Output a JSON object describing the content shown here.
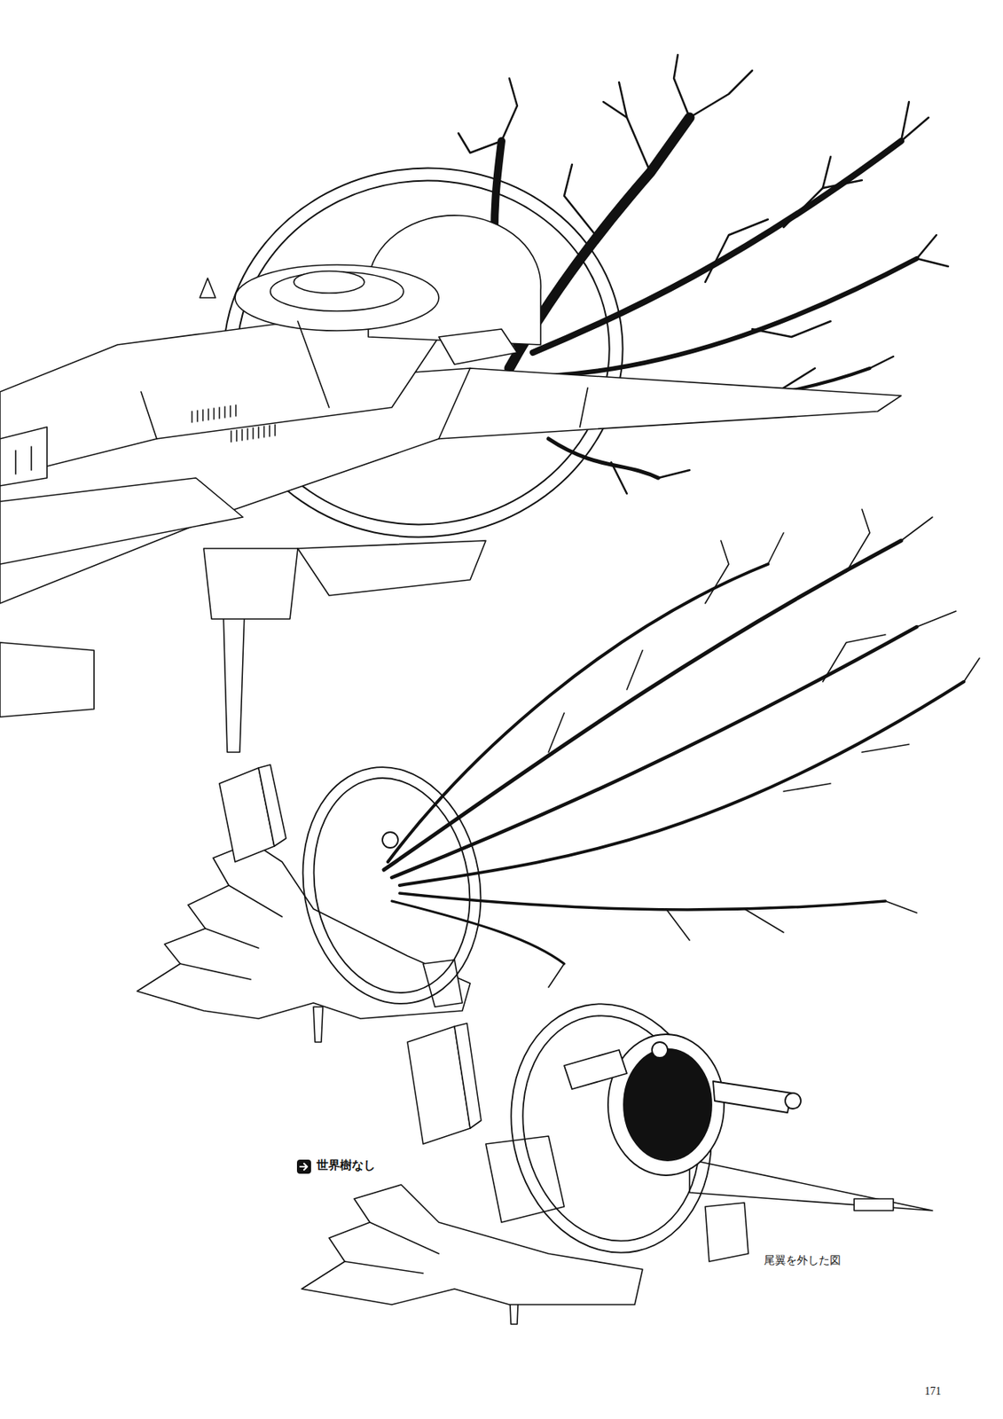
{
  "diagram": {
    "labels": [
      "世界樹なし",
      "尾翼を外した図",
      "171"
    ]
  }
}
